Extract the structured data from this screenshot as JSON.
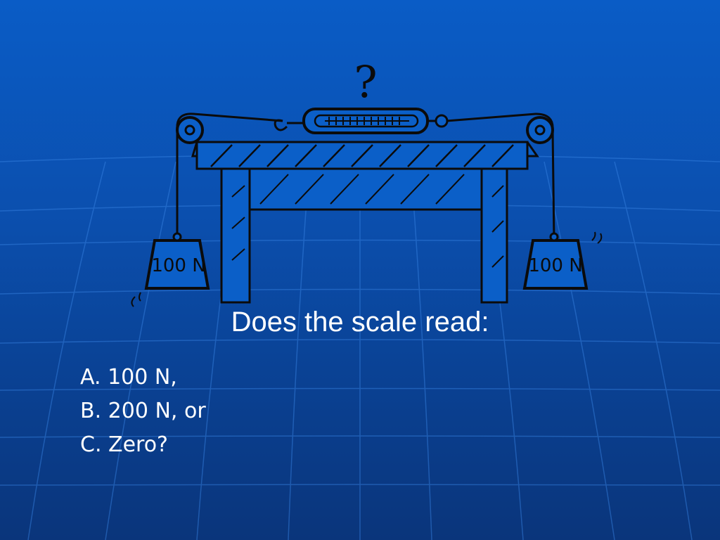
{
  "slide": {
    "illustration": {
      "question_mark": "?",
      "left_weight_label": "100 N",
      "right_weight_label": "100 N"
    },
    "title": "Does the scale read:",
    "options": [
      "A. 100 N,",
      "B. 200 N, or",
      "C. Zero?"
    ],
    "colors": {
      "background_top": "#0a5cc6",
      "background_bottom": "#0a357b",
      "text": "#ffffff",
      "line_art": "#0b0b0b",
      "illustration_fill": "#0b5fc8"
    }
  }
}
